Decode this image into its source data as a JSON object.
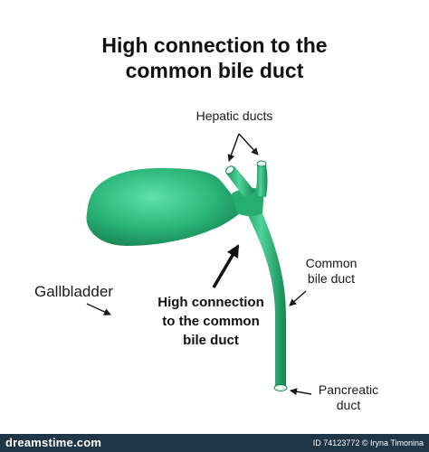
{
  "title": {
    "line1": "High connection to the",
    "line2": "common bile duct"
  },
  "labels": {
    "hepatic_ducts": "Hepatic ducts",
    "common_bile_duct_line1": "Common",
    "common_bile_duct_line2": "bile duct",
    "gallbladder": "Gallbladder",
    "pancreatic_line1": "Pancreatic",
    "pancreatic_line2": "duct"
  },
  "callout": {
    "line1": "High connection",
    "line2": "to the common",
    "line3": "bile duct"
  },
  "footer": {
    "logo": "dreamstime.com",
    "credit": "ID 74123772 © Iryna Timonina"
  },
  "colors": {
    "organ_light": "#4fd39a",
    "organ_mid": "#2bb577",
    "organ_dark": "#178a55",
    "footer_bg": "#1f3548"
  }
}
